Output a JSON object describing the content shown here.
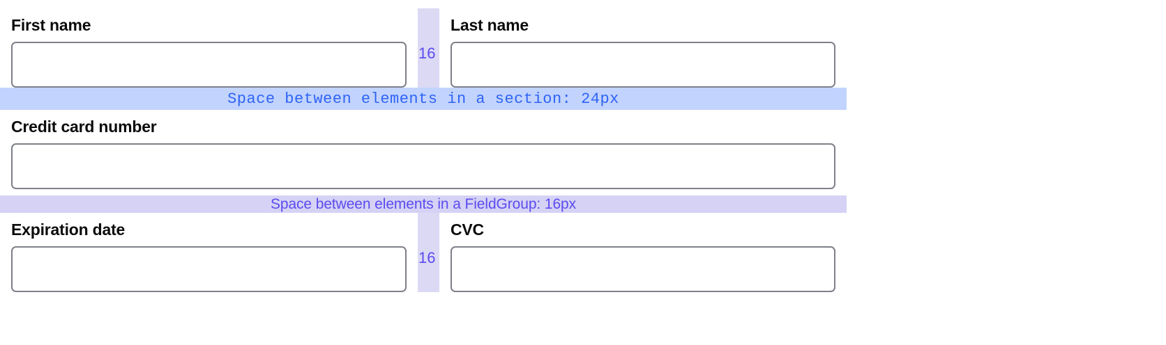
{
  "form": {
    "sections": [
      {
        "name": "name-section",
        "layout": "two-column",
        "fields": [
          {
            "id": "first-name",
            "label": "First name",
            "value": "",
            "placeholder": ""
          },
          {
            "id": "last-name",
            "label": "Last name",
            "value": "",
            "placeholder": ""
          }
        ],
        "gap_label": "16"
      },
      {
        "name": "credit-card-section",
        "layout": "full-width",
        "fields": [
          {
            "id": "credit-card-number",
            "label": "Credit card number",
            "value": "",
            "placeholder": ""
          }
        ]
      },
      {
        "name": "expiry-cvc-section",
        "layout": "two-column",
        "fields": [
          {
            "id": "expiration-date",
            "label": "Expiration date",
            "value": "",
            "placeholder": ""
          },
          {
            "id": "cvc",
            "label": "CVC",
            "value": "",
            "placeholder": ""
          }
        ],
        "gap_label": "16"
      }
    ]
  },
  "annotations": {
    "section_band": {
      "text": "Space between elements in a section: 24px",
      "background": "#c2d4fd",
      "color": "#2f63f5"
    },
    "fieldgroup_band": {
      "text": "Space between elements in a FieldGroup: 16px",
      "background": "#d5d2f5",
      "color": "#5b4bf0"
    },
    "gap_strip": {
      "background": "#dcd9f5",
      "color": "#5b4bf0"
    }
  },
  "colors": {
    "input_border": "#7e8089",
    "input_background": "#ffffff",
    "label_color": "#0b0b0d",
    "page_background": "#ffffff"
  }
}
